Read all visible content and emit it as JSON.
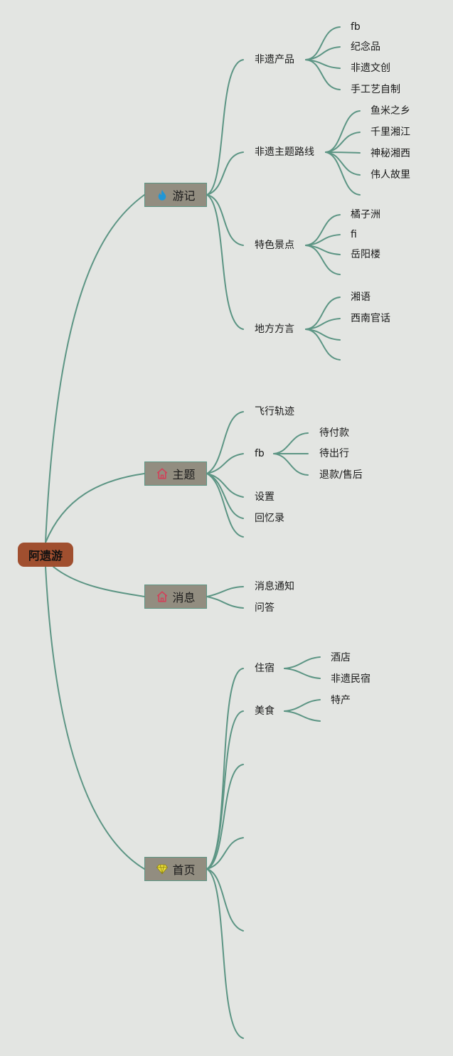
{
  "root": {
    "label": "阿遗游"
  },
  "topics": {
    "youji": {
      "label": "游记",
      "icon": "flame-icon"
    },
    "zhuti": {
      "label": "主题",
      "icon": "home-icon"
    },
    "xiaoxi": {
      "label": "消息",
      "icon": "home-icon"
    },
    "shouye": {
      "label": "首页",
      "icon": "diamond-icon"
    }
  },
  "youji": {
    "feiyi_chanpin": {
      "label": "非遗产品",
      "children": [
        "fb",
        "纪念品",
        "非遗文创",
        "手工艺自制"
      ]
    },
    "feiyi_luxian": {
      "label": "非遗主题路线",
      "children": [
        "鱼米之乡",
        "千里湘江",
        "神秘湘西",
        "伟人故里"
      ]
    },
    "tese_jingdian": {
      "label": "特色景点",
      "children": [
        "橘子洲",
        "fi",
        "岳阳楼"
      ]
    },
    "difang_fangyan": {
      "label": "地方方言",
      "children": [
        "湘语",
        "西南官话"
      ]
    }
  },
  "zhuti": {
    "feixing_guiji": {
      "label": "飞行轨迹"
    },
    "fb": {
      "label": "fb",
      "children": [
        "待付款",
        "待出行",
        "退款/售后"
      ]
    },
    "shezhi": {
      "label": "设置"
    },
    "huiyilu": {
      "label": "回忆录"
    }
  },
  "xiaoxi": {
    "tongzhi": {
      "label": "消息通知"
    },
    "wenda": {
      "label": "问答"
    }
  },
  "shouye": {
    "zhusu": {
      "label": "住宿",
      "children": [
        "酒店",
        "非遗民宿"
      ]
    },
    "meishi": {
      "label": "美食",
      "children": [
        "特产"
      ]
    }
  },
  "colors": {
    "background": "#e3e5e2",
    "branch": "#5c9584",
    "topic_fill": "#928d80",
    "root_fill": "#a04f2f",
    "flame": "#2196d6",
    "home": "#d0435a",
    "diamond": "#e8dc3a"
  }
}
